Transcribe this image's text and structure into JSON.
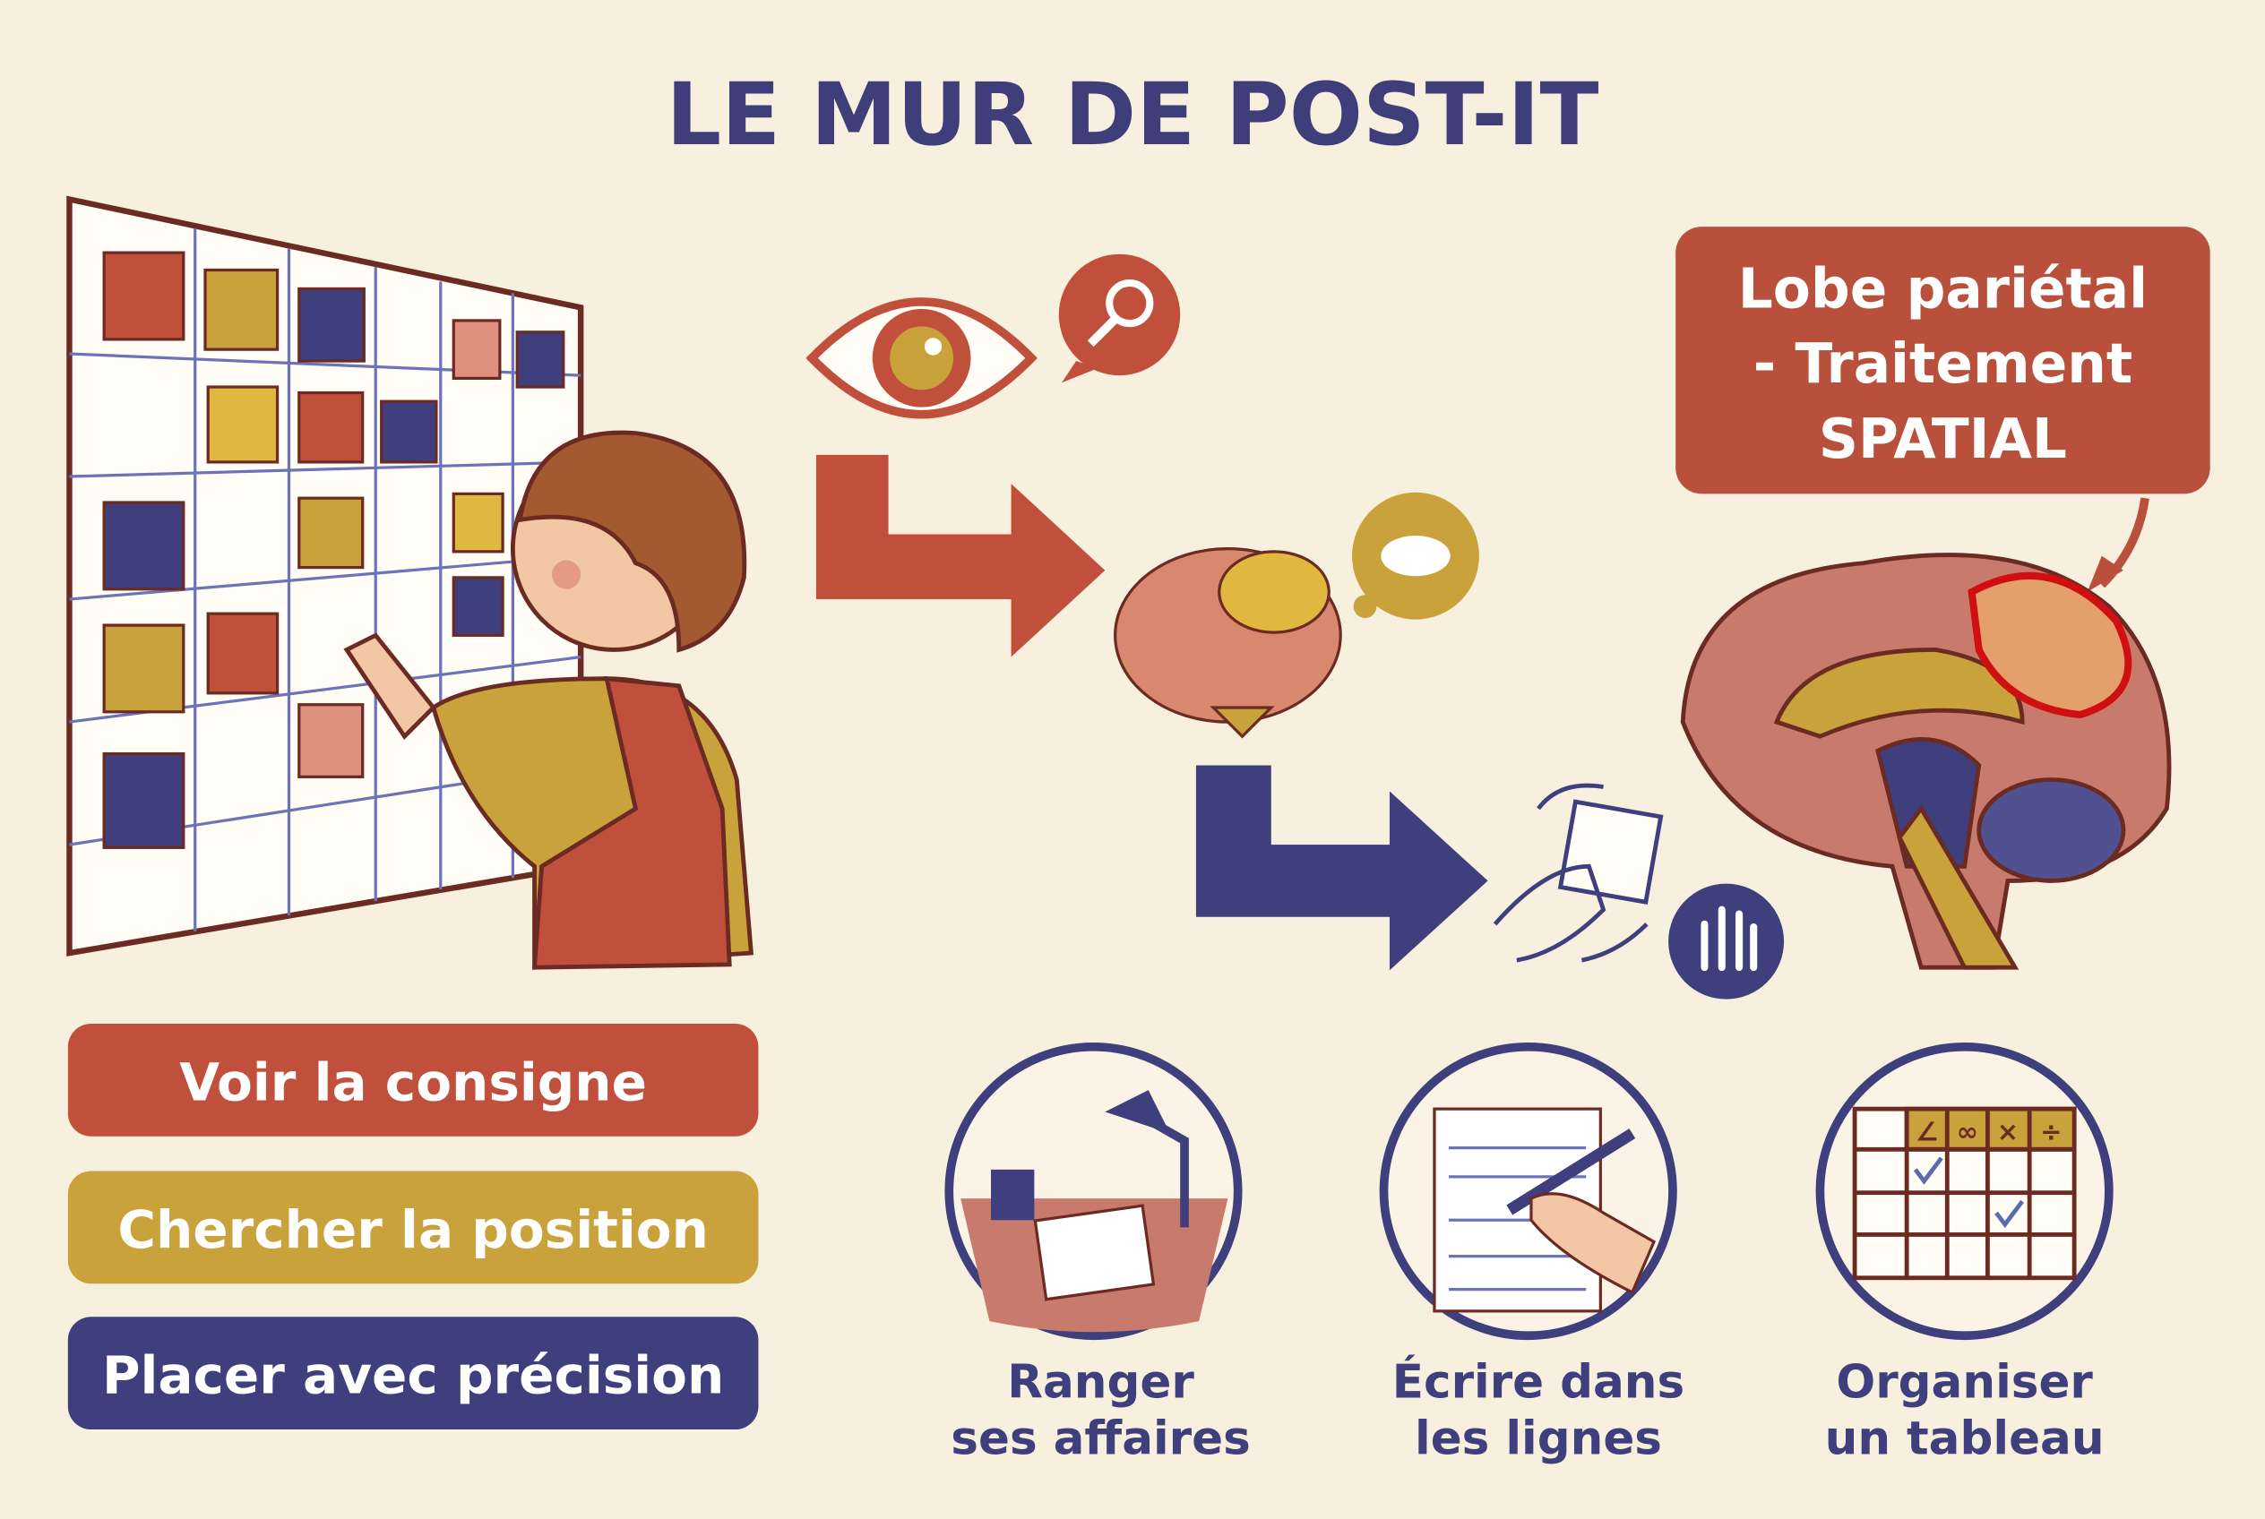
{
  "title": "LE MUR DE POST-IT",
  "steps": [
    {
      "label": "Voir la consigne",
      "color": "#c0503c"
    },
    {
      "label": "Chercher la position",
      "color": "#c9a23c"
    },
    {
      "label": "Placer avec précision",
      "color": "#3e3f7c"
    }
  ],
  "callout": {
    "lines": [
      "Lobe pariétal",
      "- Traitement",
      "SPATIAL"
    ],
    "color": "#b9503c"
  },
  "applications": [
    {
      "line1": "Ranger",
      "line2": "ses affaires",
      "icon": "desk-lamp-icon"
    },
    {
      "line1": "Écrire dans",
      "line2": "les lignes",
      "icon": "writing-hand-icon"
    },
    {
      "line1": "Organiser",
      "line2": "un tableau",
      "icon": "table-grid-icon"
    }
  ],
  "table_header_symbols": [
    "∠",
    "∞",
    "×",
    "÷"
  ],
  "colors": {
    "background": "#f8f0df",
    "navy": "#3e3f7c",
    "red": "#c0503c",
    "mustard": "#c9a23c",
    "outline": "#6b2a22"
  }
}
